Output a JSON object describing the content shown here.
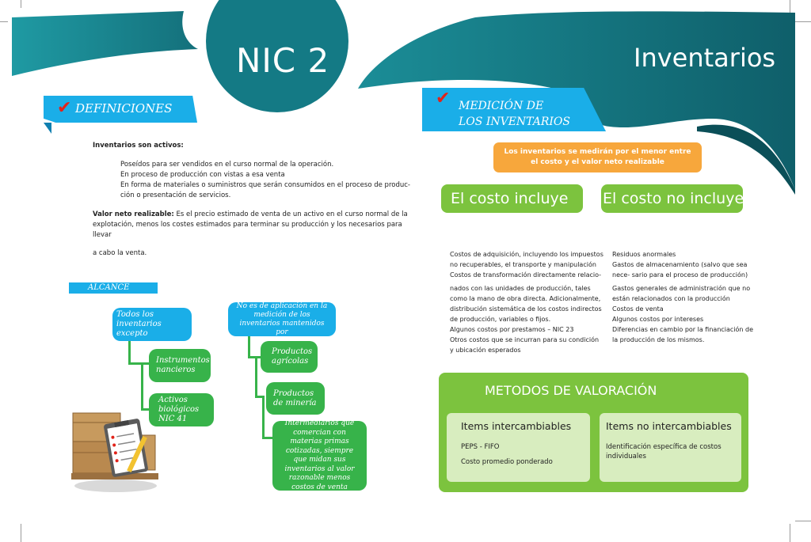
{
  "left": {
    "title": "NIC 2",
    "definiciones": {
      "heading": "DEFINICIONES",
      "intro": "Inventarios son activos:",
      "items": [
        "Poseídos para ser vendidos en el curso normal de la operación.",
        "En proceso de producción con vistas a esa venta",
        "En forma de materiales o suministros que serán consumidos en el proceso de produc-",
        "ción  o presentación de servicios."
      ],
      "vnr_label": "Valor neto realizable:",
      "vnr_lines": [
        " Es el precio estimado de venta de un activo en el curso normal de la",
        "explotación, menos los costes estimados para terminar su producción y los necesarios para",
        "llevar"
      ],
      "vnr_end": "a cabo la venta."
    },
    "alcance": {
      "heading": "ALCANCE",
      "box_todos": "Todos los inventarios excepto",
      "box_instrumentos": "Instrumentos nancieros",
      "box_activos": "Activos biológicos NIC 41",
      "box_no_aplica": "No es de aplicación en la medición de los inventarios mantenidos por",
      "box_productos_agricolas": "Productos agrícolas",
      "box_productos_mineria": "Productos de minería",
      "box_intermediarios": "Intermediarios que comercian con materias primas cotizadas, siempre que midan sus inventarios al valor razonable menos costos de venta"
    }
  },
  "right": {
    "title": "Inventarios",
    "medicion": {
      "heading_line1": "MEDICIÓN DE",
      "heading_line2": "LOS INVENTARIOS",
      "rule_line1": "Los inventarios se medirán por el menor entre",
      "rule_line2": "el costo y el valor neto realizable"
    },
    "incluye": {
      "label": "El costo incluye",
      "lines": [
        "Costos de adquisición, incluyendo los impuestos",
        "no recuperables, el transporte y manipulación",
        "Costos de transformación directamente relacio-",
        "nados con las unidades de producción, tales",
        "como la mano de obra directa. Adicionalmente,",
        "distribución sistemática de los costos indirectos",
        "de producción, variables o fijos.",
        "Algunos costos por prestamos – NIC 23",
        "Otros costos que se incurran para su condición",
        "y ubicación esperados"
      ]
    },
    "no_incluye": {
      "label": "El costo no incluye",
      "lines": [
        "Residuos anormales",
        "Gastos de almacenamiento (salvo que sea",
        "nece- sario para el proceso de producción)",
        "Gastos generales de administración que no",
        "están relacionados con la producción",
        "Costos de venta",
        "Algunos costos por intereses",
        "Diferencias en cambio por la financiación de",
        "la producción de los mismos."
      ]
    },
    "metodos": {
      "heading": "METODOS DE VALORACIÓN",
      "intercambiables": {
        "title": "Items intercambiables",
        "item1": "PEPS - FIFO",
        "item2": "Costo promedio ponderado"
      },
      "no_intercambiables": {
        "title": "Items no intercambiables",
        "line1": "Identificación específica de costos",
        "line2": "individuales"
      }
    }
  },
  "colors": {
    "teal": "#1a7f8a",
    "blue": "#1aaee8",
    "green": "#37b34a",
    "lime": "#7cc33e",
    "orange": "#f7a73c",
    "red_check": "#e2231a"
  }
}
